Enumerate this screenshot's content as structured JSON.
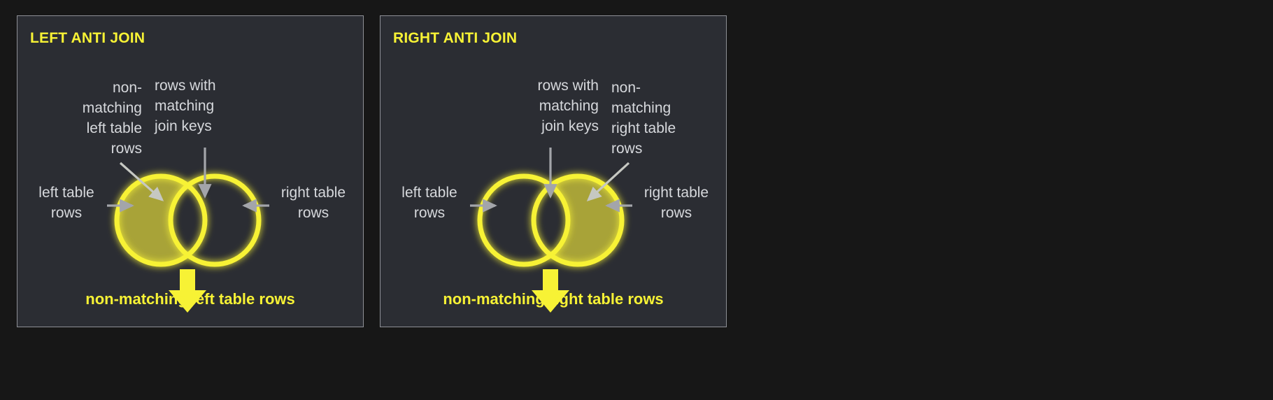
{
  "meta": {
    "background_color": "#171717",
    "panel_background": "#2b2d33",
    "panel_border": "#8e9096",
    "accent_yellow": "#f7f235",
    "fill_olive": "#a8a338",
    "annotation_gray": "#d6d8dc",
    "arrow_gray": "#9a9ca1"
  },
  "panels": [
    {
      "id": "left-anti-join",
      "title": "LEFT ANTI JOIN",
      "annotations": {
        "non_matching": "non-\nmatching\nleft table\nrows",
        "matching": "rows with\nmatching\njoin keys",
        "left_table": "left table\nrows",
        "right_table": "right table\nrows"
      },
      "result_label": "non-matching left table rows",
      "highlighted_region": "left-only"
    },
    {
      "id": "right-anti-join",
      "title": "RIGHT ANTI JOIN",
      "annotations": {
        "matching": "rows with\nmatching\njoin keys",
        "non_matching": "non-\nmatching\nright table\nrows",
        "left_table": "left table\nrows",
        "right_table": "right table\nrows"
      },
      "result_label": "non-matching right table rows",
      "highlighted_region": "right-only"
    }
  ]
}
